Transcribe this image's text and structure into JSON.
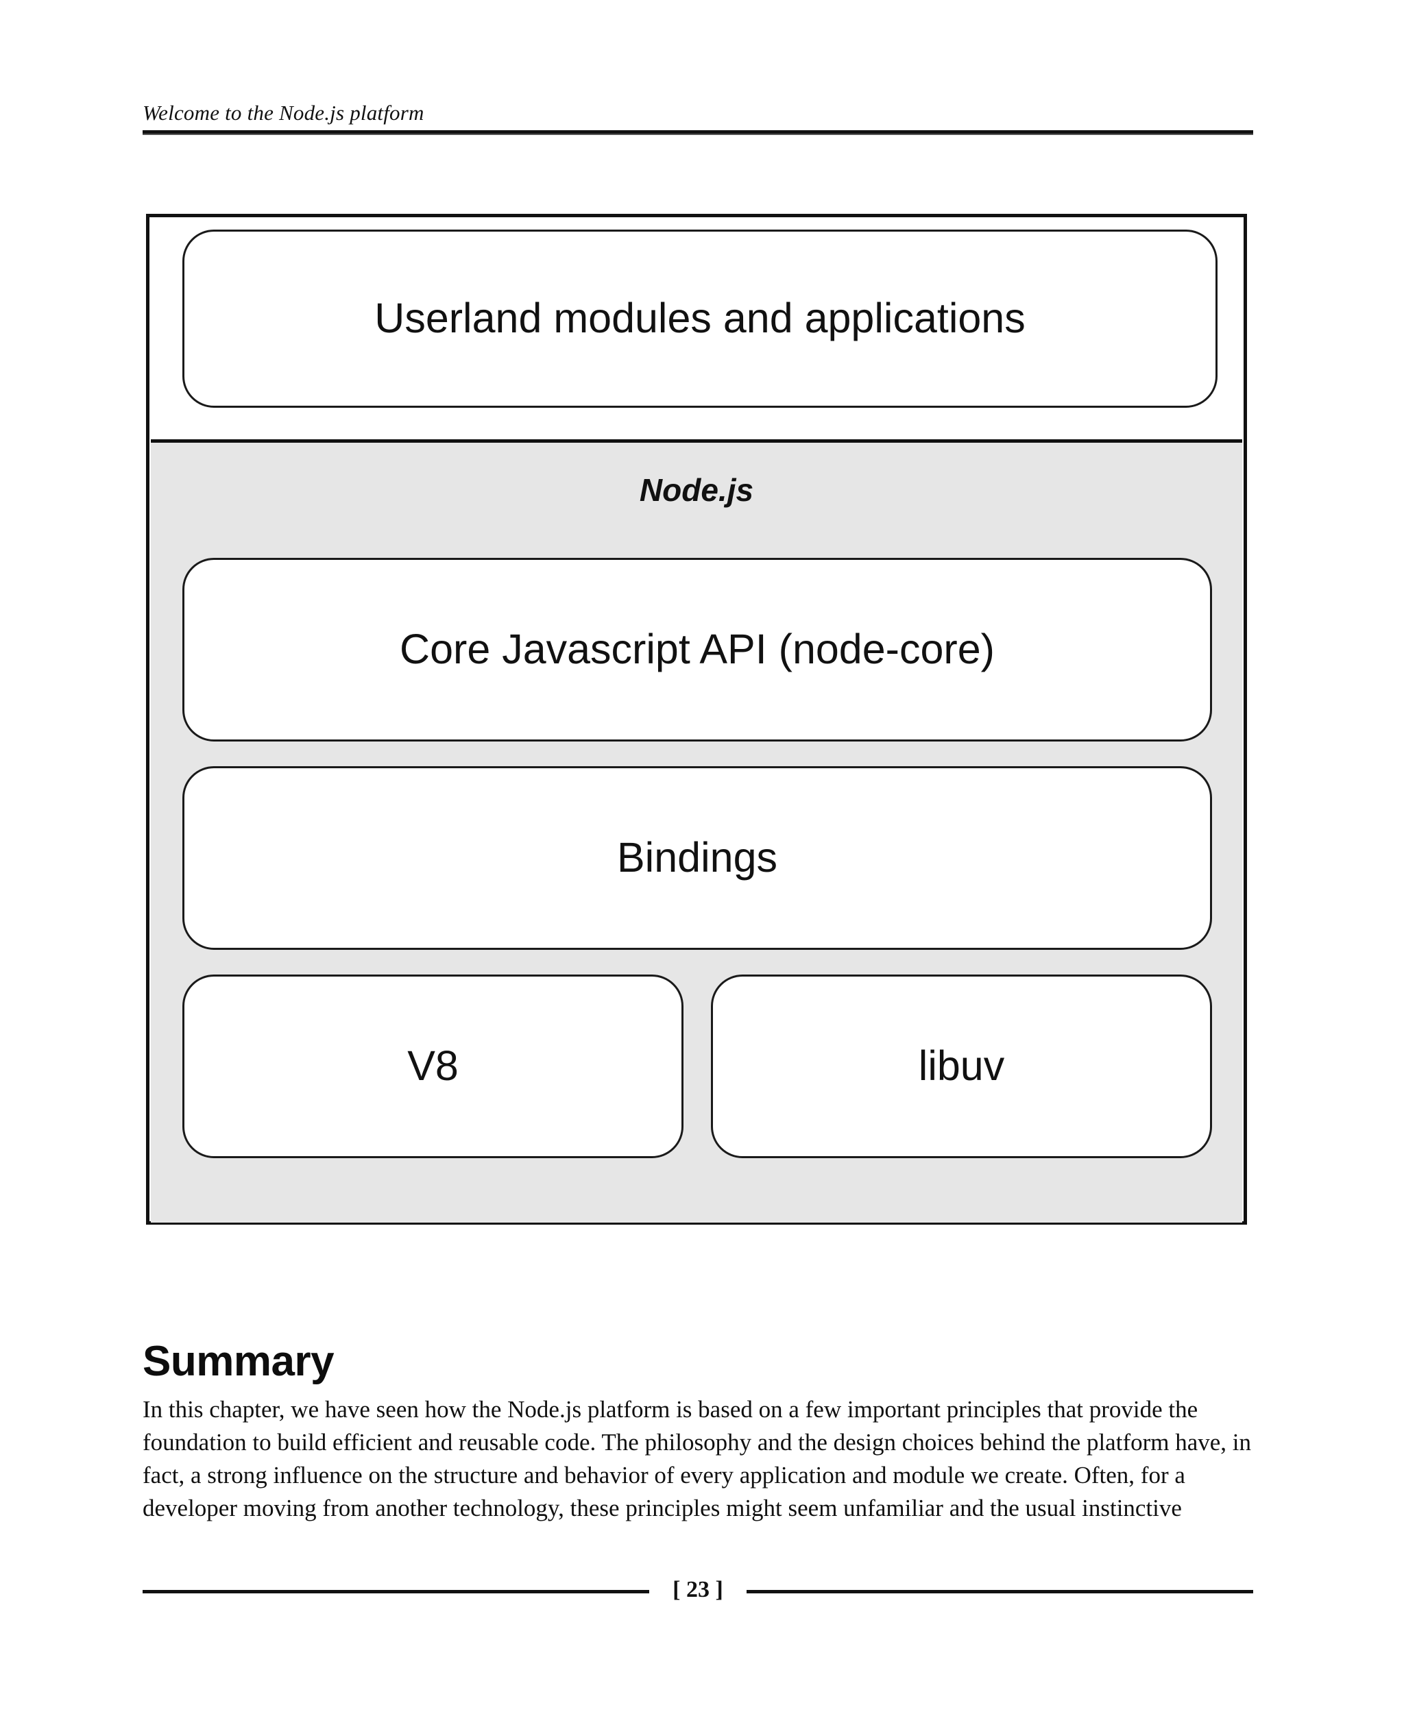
{
  "header": {
    "running_title": "Welcome to the Node.js platform"
  },
  "figure": {
    "name": "nodejs-architecture-stack",
    "userland": {
      "label": "Userland modules and applications"
    },
    "node": {
      "title": "Node.js",
      "layers": [
        {
          "label": "Core Javascript API (node-core)"
        },
        {
          "label": "Bindings"
        }
      ],
      "bottom_layers": [
        {
          "label": "V8"
        },
        {
          "label": "libuv"
        }
      ]
    },
    "colors": {
      "node_region_background": "#e6e6e6",
      "box_background": "#ffffff",
      "stroke": "#1a1a1a"
    }
  },
  "summary": {
    "heading": "Summary",
    "body": "In this chapter, we have seen how the Node.js platform is based on a few important principles that provide the foundation to build efficient and reusable code. The philosophy and the design choices behind the platform have, in fact, a strong influence on the structure and behavior of every application and module we create. Often, for a developer moving from another technology, these principles might seem unfamiliar and the usual instinctive"
  },
  "footer": {
    "page_number": "[ 23 ]"
  }
}
